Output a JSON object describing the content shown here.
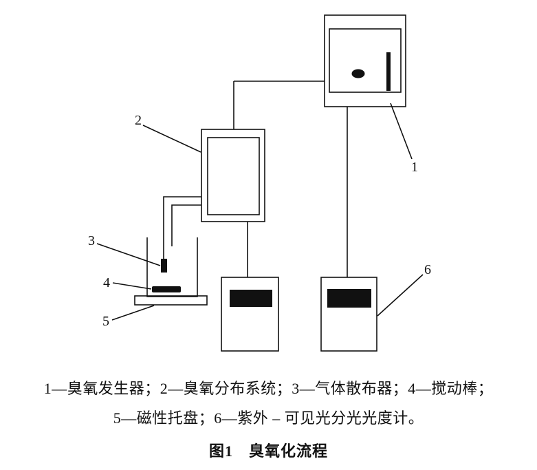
{
  "figure": {
    "labels": {
      "ozone_generator": "1",
      "distribution_system": "2",
      "gas_diffuser": "3",
      "stir_bar": "4",
      "magnetic_tray": "5",
      "spectrophotometer": "6"
    },
    "legend": {
      "line1": "1—臭氧发生器；2—臭氧分布系统；3—气体散布器；4—搅动棒；",
      "line2": "5—磁性托盘；6—紫外 – 可见光分光光度计。"
    },
    "title": "图1　臭氧化流程",
    "colors": {
      "stroke": "#111111",
      "fill_black": "#111111",
      "background": "#ffffff"
    }
  }
}
